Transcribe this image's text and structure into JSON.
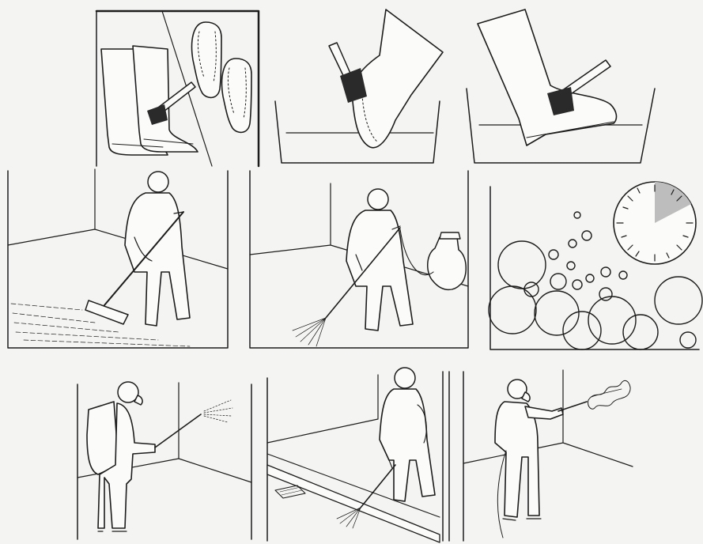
{
  "figure": {
    "kind": "wordless instructional diagram",
    "rows": 3,
    "panels": [
      {
        "id": "boots-brush-and-soles"
      },
      {
        "id": "scrub-boot-sole-in-tub"
      },
      {
        "id": "scrub-boot-toe-in-tub"
      },
      {
        "id": "sweep-floor-with-broom"
      },
      {
        "id": "spray-floor-with-sprayer"
      },
      {
        "id": "disinfectant-contact-time"
      },
      {
        "id": "backpack-spray-walls"
      },
      {
        "id": "wand-spray-floor-drain"
      },
      {
        "id": "pressure-spray-fog"
      }
    ]
  },
  "colors": {
    "ink": "#1c1c1c",
    "paper": "#f4f4f2",
    "shade": "#bdbdbd"
  }
}
